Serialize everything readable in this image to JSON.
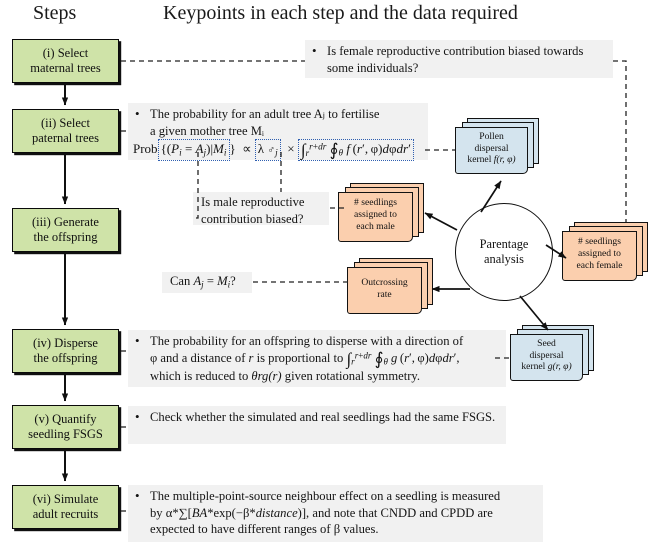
{
  "headers": {
    "steps": "Steps",
    "keypoints": "Keypoints in each step and the data required"
  },
  "steps": [
    {
      "id": "step-1",
      "line1": "(i) Select",
      "line2": "maternal trees"
    },
    {
      "id": "step-2",
      "line1": "(ii) Select",
      "line2": "paternal trees"
    },
    {
      "id": "step-3",
      "line1": "(iii) Generate",
      "line2": "the offspring"
    },
    {
      "id": "step-4",
      "line1": "(iv) Disperse",
      "line2": "the offspring"
    },
    {
      "id": "step-5",
      "line1": "(v) Quantify",
      "line2": "seedling FSGS"
    },
    {
      "id": "step-6",
      "line1": "(vi) Simulate",
      "line2": "adult recruits"
    }
  ],
  "keypoints": {
    "k1": "Is female reproductive contribution biased towards some individuals?",
    "k2_line1": "The probability for an adult tree Aⱼ to fertilise",
    "k2_line2": "a given mother tree Mᵢ",
    "k2_formula": "Prob{(Pᵢ = Aⱼ)|Mᵢ} ∝ λ♂ⱼ × ∫ᵣʳ⁺ᵈʳ ∮θ f(r′, φ)dφdr′",
    "k3": "Is male reproductive contribution biased?",
    "k4": "Can Aⱼ = Mᵢ?",
    "k5_line1": "The probability for an offspring to disperse with a direction of",
    "k5_line2": "φ and a distance of r is proportional to ∫ᵣʳ⁺ᵈʳ ∮θ g(r′, φ)dφdr′,",
    "k5_line3": "which is reduced to θrg(r) given rotational symmetry.",
    "k6": "Check whether the simulated and real seedlings had the same FSGS.",
    "k7_line1": "The multiple-point-source neighbour effect on a seedling is measured",
    "k7_line2": "by α*∑[BA*exp(−β*distance)], and note that CNDD and CPDD are",
    "k7_line3": "expected to have different ranges of β values."
  },
  "cards": {
    "pollen_kernel": {
      "line1": "Pollen",
      "line2": "dispersal",
      "line3": "kernel f(r, φ)"
    },
    "seed_kernel": {
      "line1": "Seed",
      "line2": "dispersal",
      "line3": "kernel g(r, φ)"
    },
    "male_count": {
      "line1": "# seedlings",
      "line2": "assigned to",
      "line3": "each male"
    },
    "female_count": {
      "line1": "# seedlings",
      "line2": "assigned to",
      "line3": "each female"
    },
    "outcrossing": {
      "line1": "Outcrossing",
      "line2": "rate",
      "line3": ""
    }
  },
  "parentage": {
    "line1": "Parentage",
    "line2": "analysis"
  },
  "colors": {
    "step_fill": "#cfe3a8",
    "panel_fill": "#f1f1f1",
    "card_orange": "#fbcfae",
    "card_blue": "#d4e4ee",
    "stroke": "#101010",
    "annotation_blue": "#2f5fb0"
  }
}
